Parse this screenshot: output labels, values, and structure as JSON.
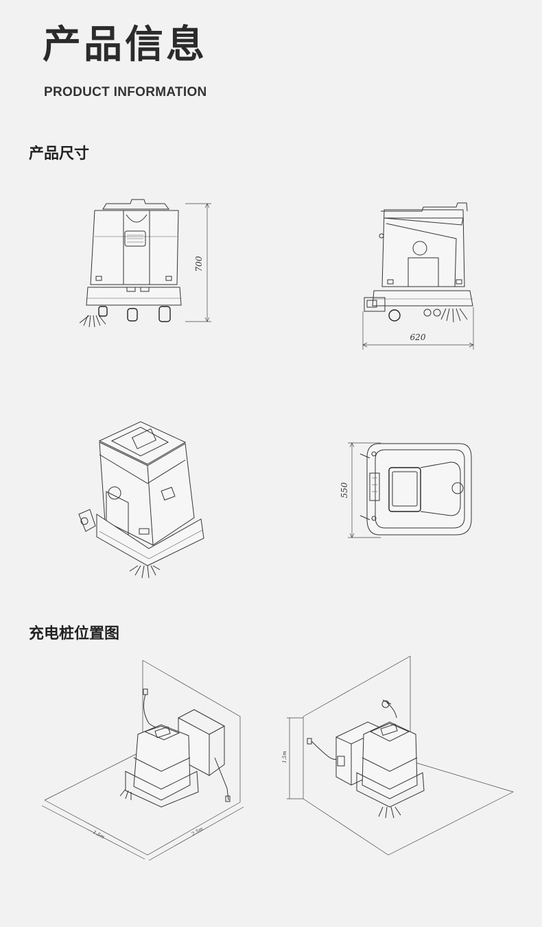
{
  "header": {
    "title": "产品信息",
    "subtitle": "PRODUCT INFORMATION"
  },
  "sections": {
    "size": {
      "heading": "产品尺寸"
    },
    "dock": {
      "heading": "充电桩位置图"
    }
  },
  "dimensions": {
    "front_height": "700",
    "side_length": "620",
    "top_width": "550"
  },
  "dock_diagrams": {
    "left": {
      "depth_label": "1.5m",
      "width_label": "2.5m"
    },
    "right": {
      "height_label": "1.5m"
    }
  }
}
